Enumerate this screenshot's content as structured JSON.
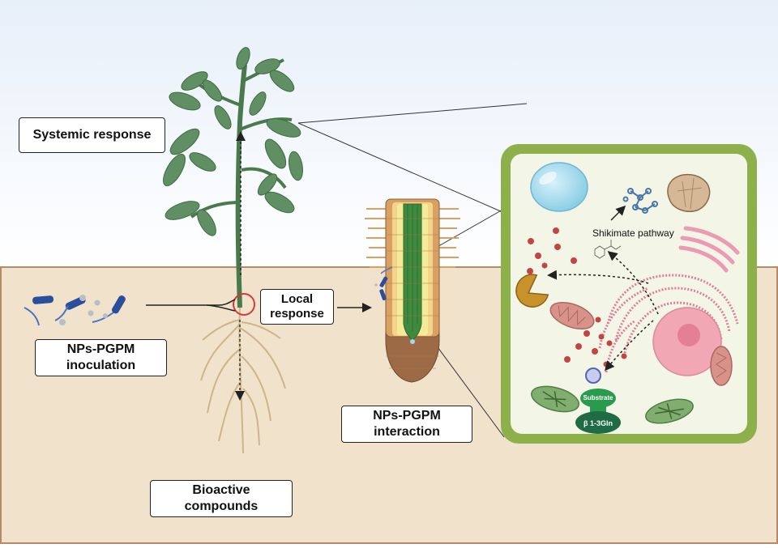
{
  "labels": {
    "systemic": "Systemic response",
    "local_line1": "Local",
    "local_line2": "response",
    "inoculation_line1": "NPs-PGPM",
    "inoculation_line2": "inoculation",
    "interaction_line1": "NPs-PGPM",
    "interaction_line2": "interaction",
    "bioactive_line1": "Bioactive",
    "bioactive_line2": "compounds",
    "shikimate": "Shikimate pathway",
    "substrate": "Substrate",
    "receptor": "β 1-3Gln"
  },
  "colors": {
    "sky_top": "#e8f0fa",
    "sky_bottom": "#ffffff",
    "soil": "#f1e2cc",
    "soil_border": "#b58a6a",
    "plant_stem": "#4a7a4c",
    "leaf": "#5f8f62",
    "root": "#cdb48a",
    "cell_wall": "#8db04a",
    "cytoplasm": "#f3f6e6",
    "vacuole": "#9fd9ee",
    "er": "#e58aa8",
    "nucleus": "#f2a7b5",
    "chloroplast": "#7fae6e",
    "mitochondria": "#d9928a",
    "receptor": "#226c48"
  }
}
